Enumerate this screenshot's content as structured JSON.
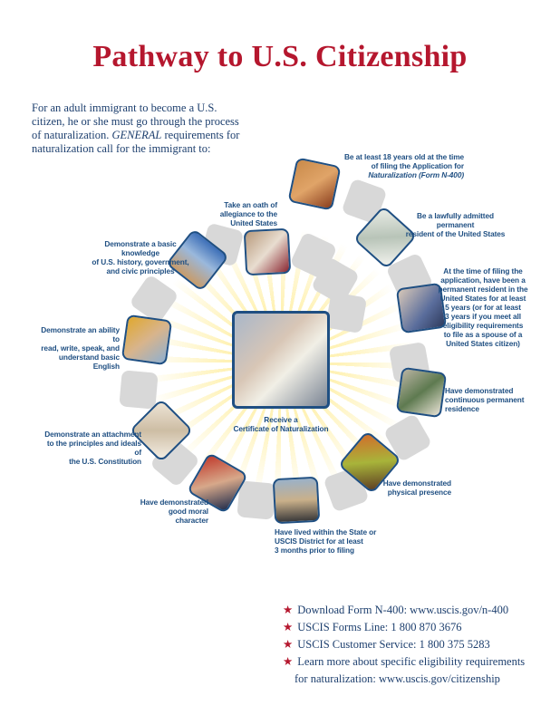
{
  "title": "Pathway to U.S. Citizenship",
  "intro": {
    "before": "For an adult immigrant to become a U.S. citizen, he or she must go through the process of naturalization. ",
    "emph": "GENERAL",
    "after": " requirements for naturalization call for the immigrant to:"
  },
  "steps": {
    "age": {
      "l1": "Be at least 18 years old at the time",
      "l2": "of filing the Application for",
      "l3": "Naturalization (Form N-400)"
    },
    "lawful": {
      "l1": "Be a lawfully admitted permanent",
      "l2": "resident of the United States"
    },
    "residency": [
      "At the time of filing the",
      "application, have been a",
      "permanent resident in the",
      "United States for at least",
      "5 years (or for at least",
      "3 years if you meet all",
      "eligibility requirements",
      "to file as a spouse of a",
      "United States citizen)"
    ],
    "continuous": [
      "Have demonstrated",
      "continuous permanent",
      "residence"
    ],
    "physical": [
      "Have demonstrated",
      "physical presence"
    ],
    "district": [
      "Have lived within the State or",
      "USCIS District for at least",
      "3 months prior to filing"
    ],
    "moral": [
      "Have demonstrated",
      "good moral character"
    ],
    "constitution": [
      "Demonstrate an attachment",
      "to the principles and ideals of",
      "the U.S. Constitution"
    ],
    "english": [
      "Demonstrate an ability to",
      "read, write, speak, and",
      "understand basic English"
    ],
    "civics": [
      "Demonstrate a basic knowledge",
      "of U.S. history, government,",
      "and civic principles"
    ],
    "oath": [
      "Take an oath of",
      "allegiance to the",
      "United States"
    ],
    "certificate": [
      "Receive a",
      "Certificate of Naturalization"
    ]
  },
  "links": [
    "Download Form N-400: www.uscis.gov/n-400",
    "USCIS Forms Line: 1 800 870 3676",
    "USCIS Customer Service: 1 800 375 5283",
    "Learn more about specific eligibility requirements",
    "for naturalization: www.uscis.gov/citizenship"
  ],
  "star": "★",
  "colors": {
    "title": "#b5172e",
    "text": "#1d3f6e",
    "frame": "#1f4f82",
    "tile": "#d8d8d8"
  }
}
